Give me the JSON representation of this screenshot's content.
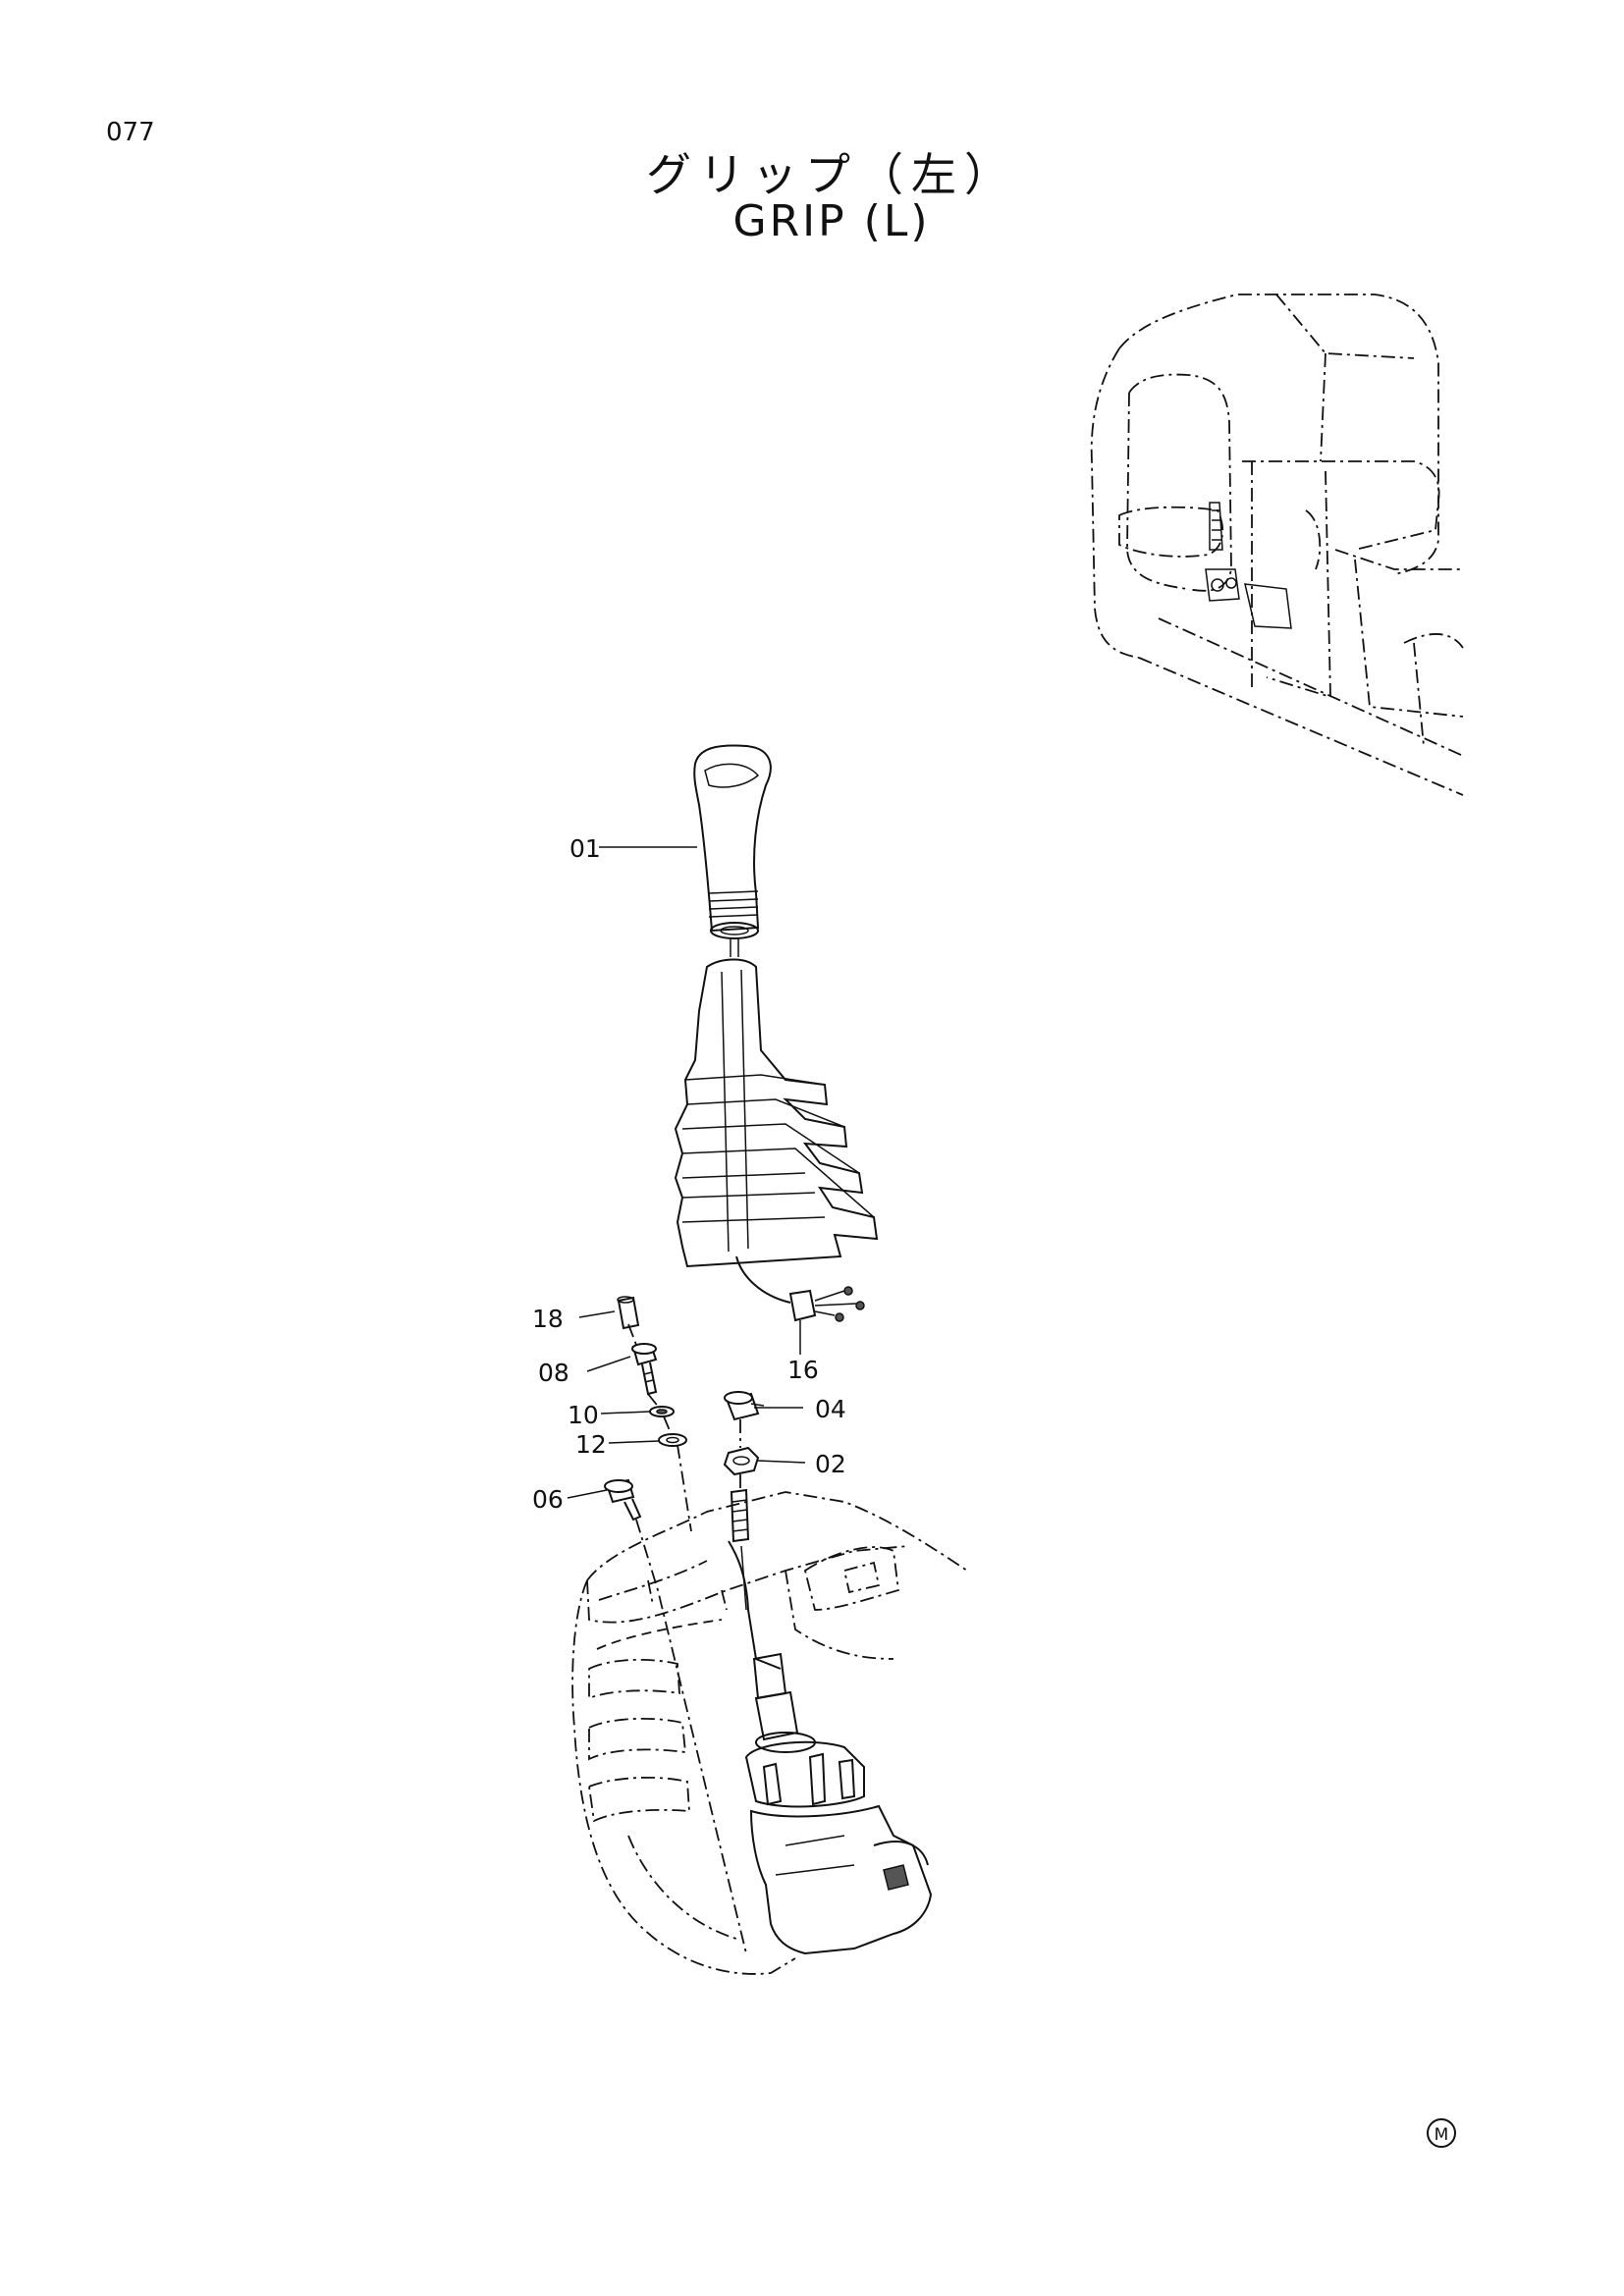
{
  "page": {
    "number": "077",
    "title_jp": "グリップ（左）",
    "title_en": "GRIP (L)"
  },
  "callouts": {
    "c01": "01",
    "c18": "18",
    "c08": "08",
    "c10": "10",
    "c12": "12",
    "c06": "06",
    "c16": "16",
    "c04": "04",
    "c02": "02"
  },
  "mark": "M"
}
